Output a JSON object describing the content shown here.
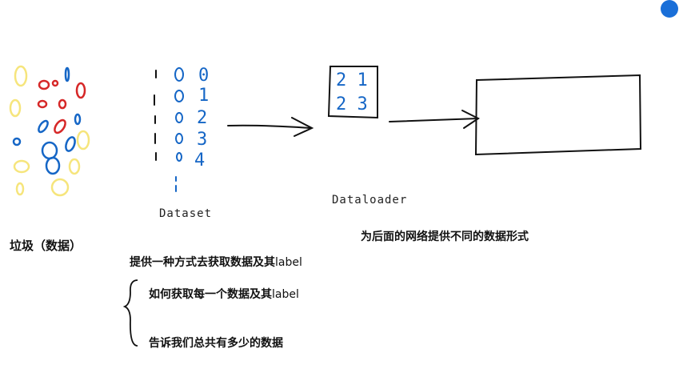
{
  "colors": {
    "yellow": "#f6e57c",
    "red": "#d62828",
    "blue": "#1566c6",
    "ink": "#111111"
  },
  "labels": {
    "garbage": "垃圾（数据）",
    "dataset": "Dataset",
    "dataloader": "Dataloader",
    "provide_main": "提供一种方式去获取数据及其",
    "provide_label": "label",
    "how_get": "如何获取每一个数据及其",
    "how_label": "label",
    "tell_total": "告诉我们总共有多少的数据",
    "network": "为后面的网络提供不同的数据形式"
  },
  "dataset_indices": [
    "0",
    "1",
    "2",
    "3",
    "4"
  ],
  "dataloader_batch": {
    "row1": "2 1",
    "row2": "2 3"
  },
  "icons": {
    "app": "app-icon"
  }
}
